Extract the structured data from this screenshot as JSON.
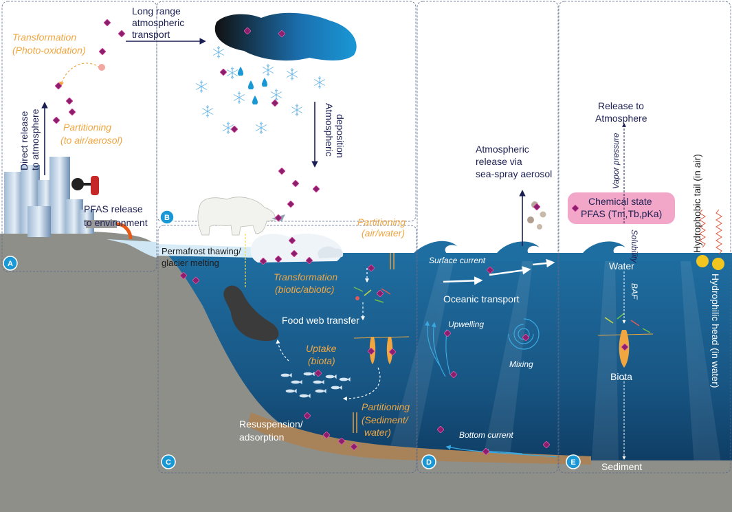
{
  "panels": [
    {
      "id": "a",
      "letter": "A"
    },
    {
      "id": "b",
      "letter": "B"
    },
    {
      "id": "c",
      "letter": "C"
    },
    {
      "id": "d",
      "letter": "D"
    },
    {
      "id": "e",
      "letter": "E"
    }
  ],
  "labels": {
    "long_range_1": "Long range",
    "long_range_2": "atmospheric",
    "long_range_3": "transport",
    "transform_photo_1": "Transformation",
    "transform_photo_2": "(Photo-oxidation)",
    "direct_release_1": "Direct release",
    "direct_release_2": "to atmosphere",
    "partitioning_air_1": "Partitioning",
    "partitioning_air_2": "(to air/aerosol)",
    "pfas_release_1": "PFAS release",
    "pfas_release_2": "to environment",
    "atm_deposition_1": "Atmospheric",
    "atm_deposition_2": "deposition",
    "permafrost_1": "Permafrost thawing/",
    "permafrost_2": "glacier melting",
    "partitioning_aw_1": "Partitioning",
    "partitioning_aw_2": "(air/water)",
    "transform_biotic_1": "Transformation",
    "transform_biotic_2": "(biotic/abiotic)",
    "food_web": "Food web transfer",
    "uptake_1": "Uptake",
    "uptake_2": "(biota)",
    "partitioning_sw_1": "Partitioning",
    "partitioning_sw_2": "(Sediment/",
    "partitioning_sw_3": "water)",
    "resuspension_1": "Resuspension/",
    "resuspension_2": "adsorption",
    "sea_spray_1": "Atmospheric",
    "sea_spray_2": "release via",
    "sea_spray_3": "sea-spray aerosol",
    "surface_current": "Surface current",
    "oceanic_transport": "Oceanic transport",
    "upwelling": "Upwelling",
    "mixing": "Mixing",
    "bottom_current": "Bottom current",
    "release_atm_1": "Release to",
    "release_atm_2": "Atmosphere",
    "vapor_pressure": "Vapor pressure",
    "chem_state_1": "Chemical state",
    "chem_state_2": "PFAS (Tm,Tb,pKa)",
    "solubility": "Solubility",
    "water": "Water",
    "baf": "BAF",
    "biota": "Biota",
    "sediment": "Sediment",
    "hydrophobic_tail": "Hydrophobic tail (in air)",
    "hydrophilic_head": "Hydrophilic head (in water)"
  },
  "colors": {
    "ocean": "#1d5f8f",
    "ocean_deep": "#0f3a5e",
    "land": "#8f8f8a",
    "navy": "#1b1f52",
    "orange": "#f0a640",
    "pfas": "#8c1e6e",
    "badge": "#1a98d5",
    "chem_box": "#f2a6c8"
  }
}
